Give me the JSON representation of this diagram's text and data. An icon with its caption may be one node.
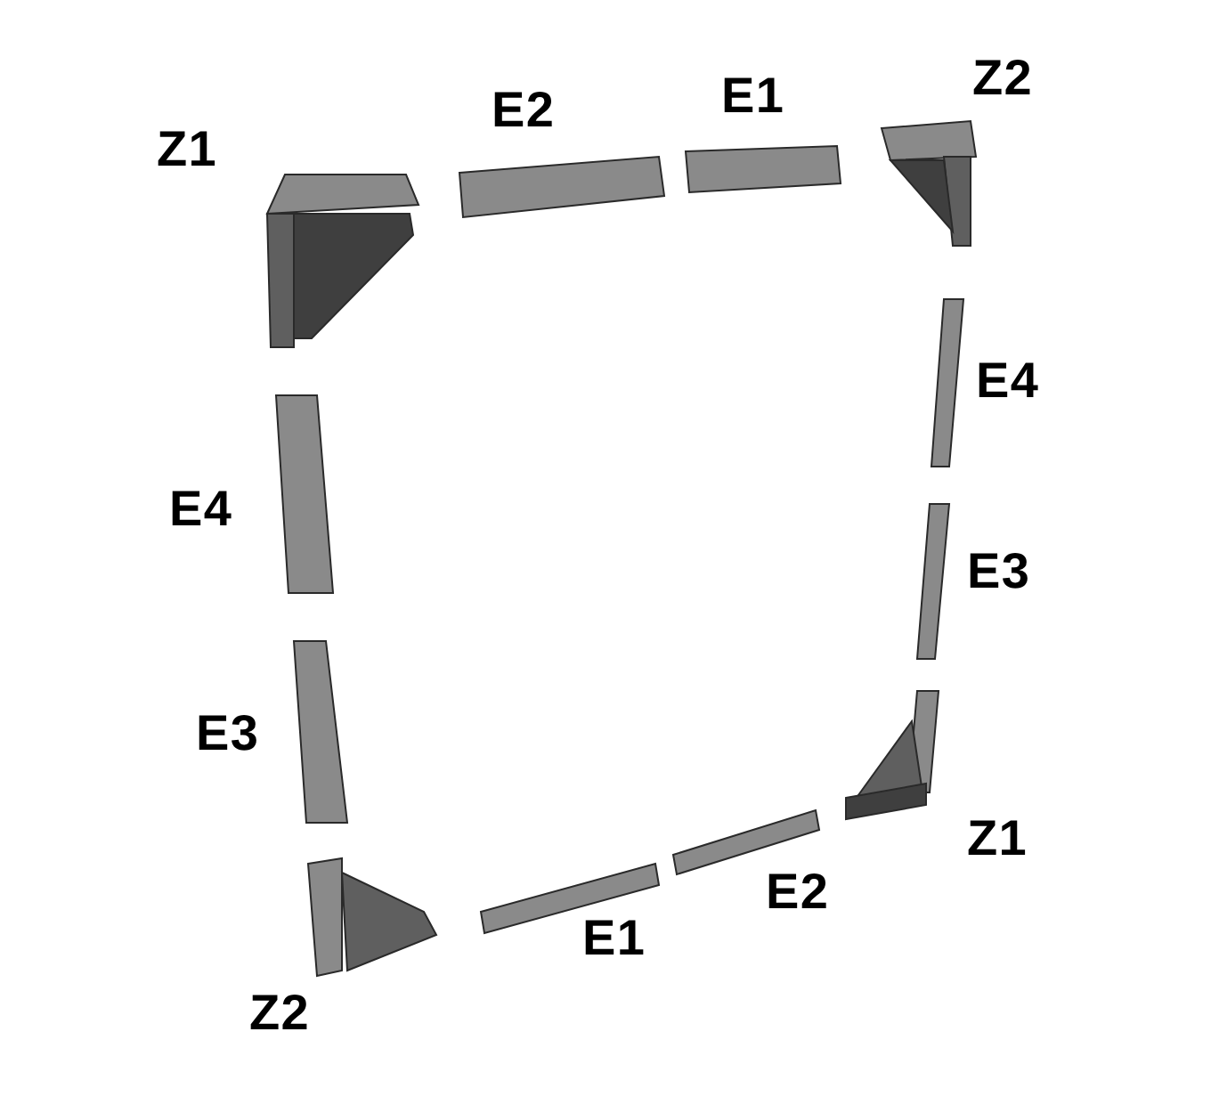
{
  "diagram": {
    "labels": [
      "Z1",
      "E2",
      "E1",
      "Z2",
      "E4",
      "E4",
      "E3",
      "E3",
      "Z1",
      "E2",
      "E1",
      "Z2"
    ]
  }
}
